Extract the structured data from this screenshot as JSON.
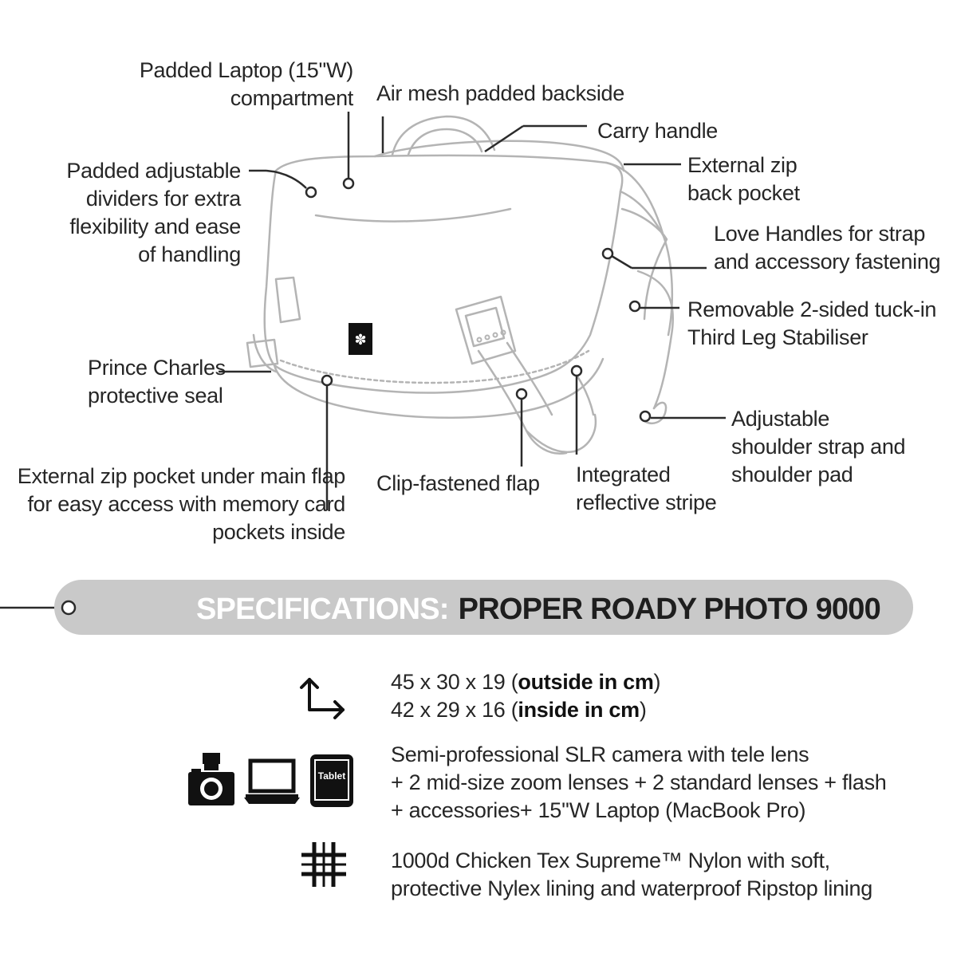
{
  "callouts": {
    "laptop": [
      "Padded Laptop (15''W)",
      "compartment"
    ],
    "air_mesh": [
      "Air mesh padded backside"
    ],
    "carry_handle": [
      "Carry handle"
    ],
    "ext_zip_back": [
      "External zip",
      "back pocket"
    ],
    "dividers": [
      "Padded adjustable",
      "dividers for extra",
      "flexibility and ease",
      "of handling"
    ],
    "love_handles": [
      "Love Handles for strap",
      "and accessory fastening"
    ],
    "third_leg": [
      "Removable 2-sided tuck-in",
      "Third Leg Stabiliser"
    ],
    "prince_charles": [
      "Prince Charles",
      "protective seal"
    ],
    "shoulder_strap": [
      "Adjustable",
      "shoulder strap and",
      "shoulder pad"
    ],
    "ext_zip_flap": [
      "External zip pocket under main flap",
      "for easy access with memory card",
      "pockets inside"
    ],
    "clip_flap": [
      "Clip-fastened flap"
    ],
    "reflective": [
      "Integrated",
      "reflective stripe"
    ]
  },
  "specifications": {
    "heading": "SPECIFICATIONS:",
    "product": "PROPER ROADY PHOTO 9000",
    "dimensions": {
      "outside_value": "45 x 30 x 19 (",
      "outside_unit": "outside in cm",
      "outside_close": ")",
      "inside_value": "42 x 29 x 16 (",
      "inside_unit": "inside in cm",
      "inside_close": ")"
    },
    "capacity": [
      "Semi-professional SLR camera with tele lens",
      "+ 2 mid-size zoom lenses + 2 standard lenses + flash",
      "+ accessories+ 15''W Laptop (MacBook Pro)"
    ],
    "tablet_label": "Tablet",
    "material": [
      "1000d Chicken Tex Supreme™ Nylon with soft,",
      "protective Nylex lining and waterproof Ripstop lining"
    ]
  },
  "icons": {
    "dimensions": "dimensions-arrow-icon",
    "camera": "camera-icon",
    "laptop": "laptop-icon",
    "tablet": "tablet-icon",
    "material": "grid-fabric-icon"
  },
  "colors": {
    "spec_bar": "#c9c9c9",
    "text": "#262626",
    "line": "#2b2b2b"
  }
}
